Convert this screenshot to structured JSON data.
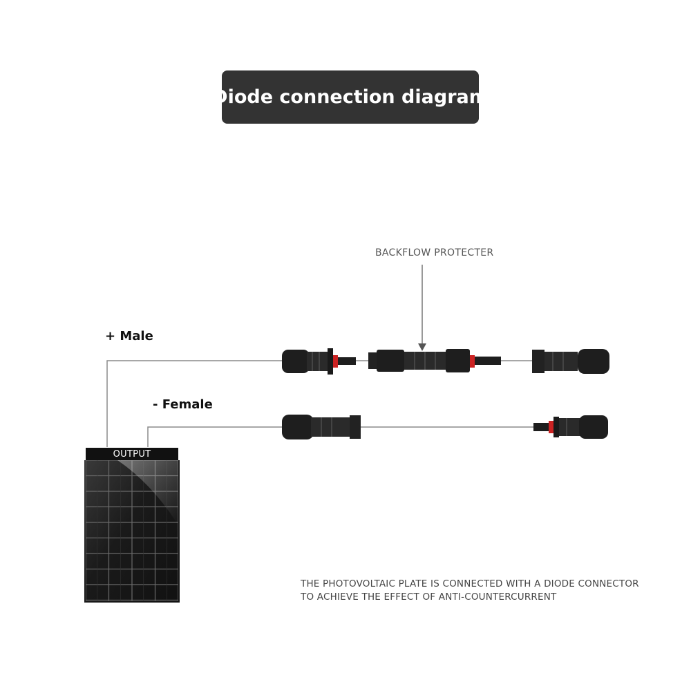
{
  "title": "Diode connection diagram",
  "labels": {
    "backflow": "BACKFLOW PROTECTER",
    "male": "+ Male",
    "female": "- Female",
    "output": "OUTPUT"
  },
  "note": {
    "line1": "THE PHOTOVOLTAIC PLATE IS CONNECTED WITH A DIODE CONNECTOR",
    "line2": "TO ACHIEVE THE EFFECT OF ANTI-COUNTERCURRENT"
  },
  "colors": {
    "title_bg": "#333333",
    "connector_body": "#1e1e1e",
    "connector_red": "#cc2222",
    "wire": "#8a8a8a",
    "panel": "#1a1a1a"
  }
}
